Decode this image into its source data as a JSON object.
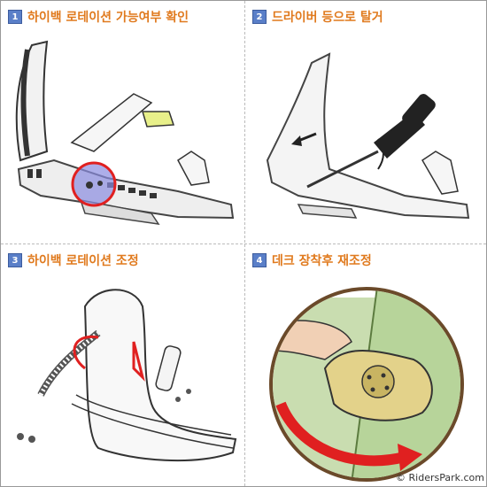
{
  "steps": [
    {
      "number": "1",
      "title": "하이백 로테이션 가능여부 확인"
    },
    {
      "number": "2",
      "title": "드라이버 등으로 탈거"
    },
    {
      "number": "3",
      "title": "하이백 로테이션 조정"
    },
    {
      "number": "4",
      "title": "데크 장착후 재조정"
    }
  ],
  "credit": "© RidersPark.com",
  "colors": {
    "title": "#e07a1e",
    "badge": "#5a7fc8",
    "highlight_red": "#e02020",
    "board_green": "#b7d49a",
    "accent_lime": "#b6d62a"
  },
  "icons": [
    "snowboard-binding-icon",
    "screwdriver-icon",
    "highback-icon",
    "rotate-arrow-icon"
  ]
}
